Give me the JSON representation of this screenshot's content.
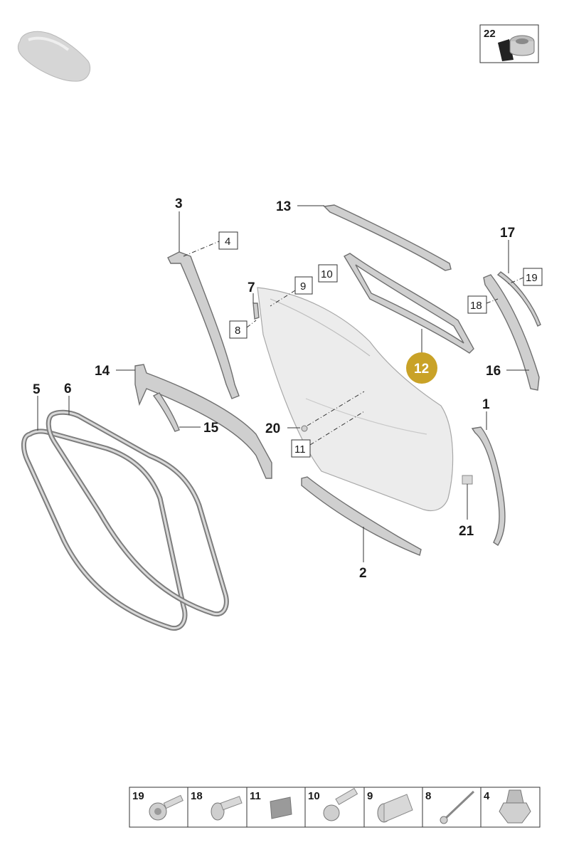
{
  "callouts": {
    "c1": "1",
    "c2": "2",
    "c3": "3",
    "c4": "4",
    "c5": "5",
    "c6": "6",
    "c7": "7",
    "c8": "8",
    "c9": "9",
    "c10": "10",
    "c11": "11",
    "c12": "12",
    "c13": "13",
    "c14": "14",
    "c15": "15",
    "c16": "16",
    "c17": "17",
    "c18": "18",
    "c19": "19",
    "c20": "20",
    "c21": "21",
    "c22": "22"
  },
  "highlight_color": "#c9a227",
  "fastener_strip": [
    "19",
    "18",
    "11",
    "10",
    "9",
    "8",
    "4"
  ],
  "icons": {
    "vehicle": "car-silhouette-icon",
    "accessory": "tape-roll-icon"
  }
}
